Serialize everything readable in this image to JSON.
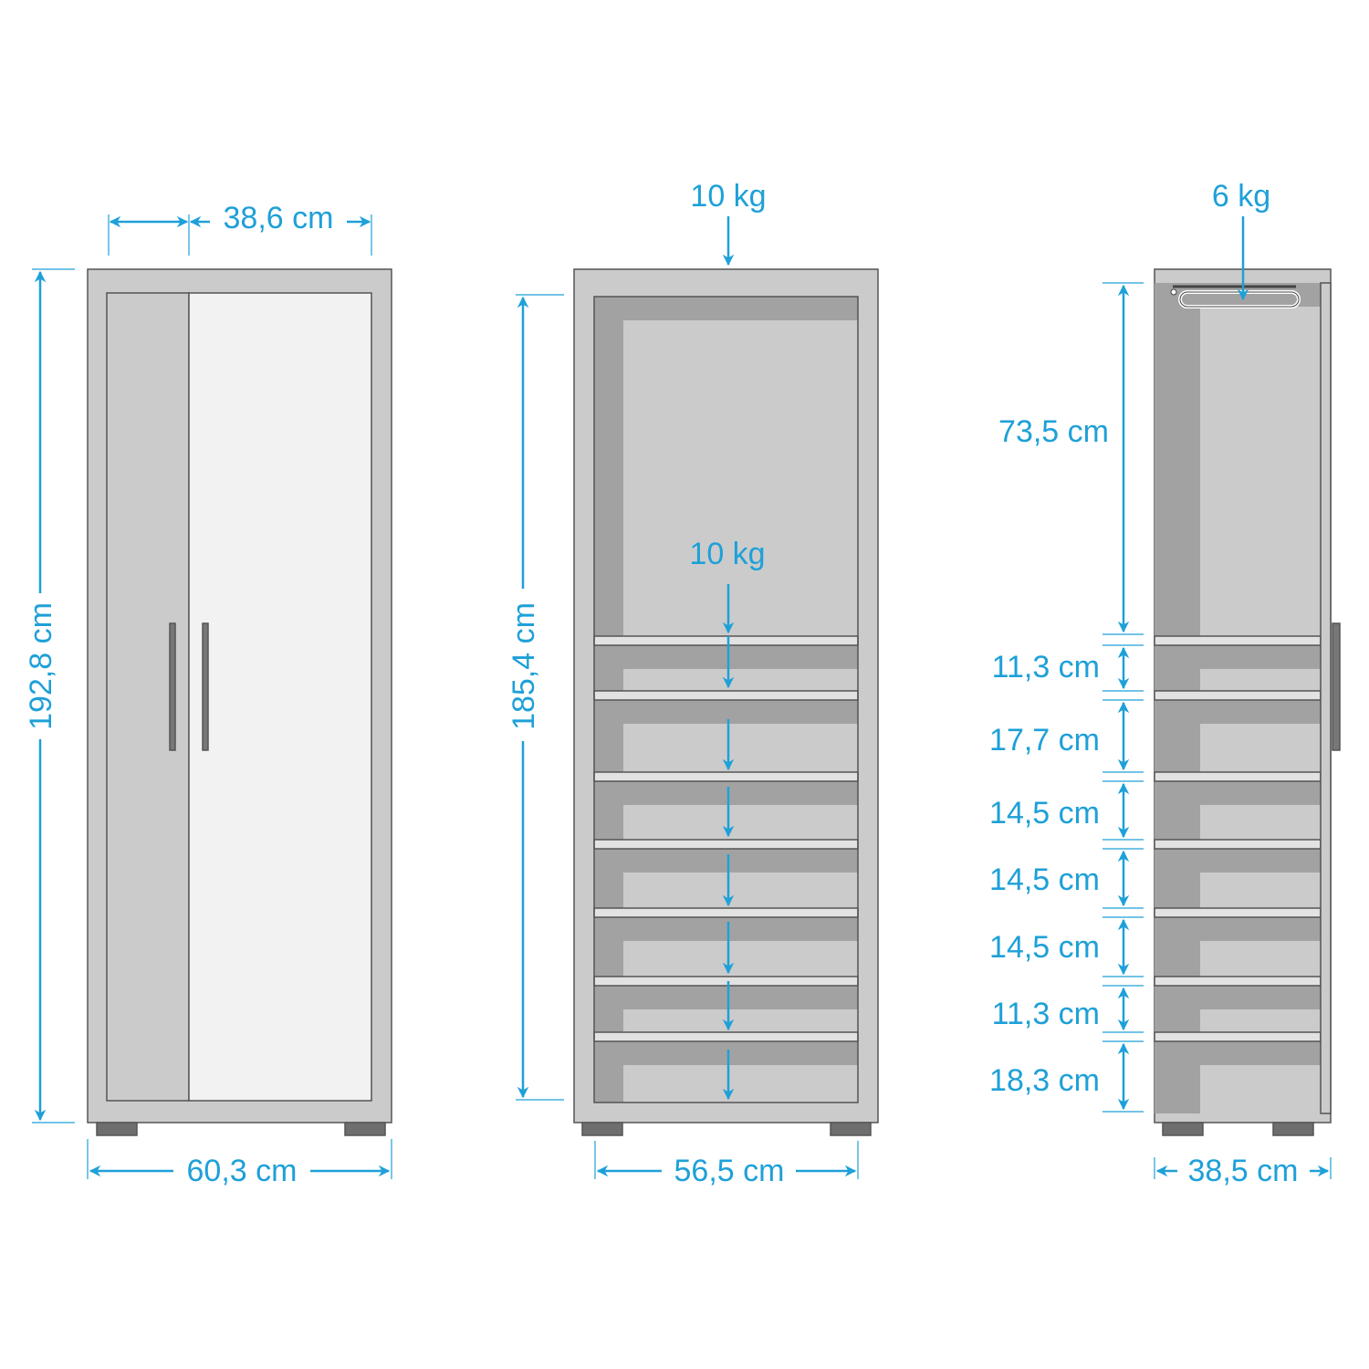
{
  "colors": {
    "accent": "#1ea0d8",
    "frame": "#cbcbcb",
    "shade": "#a2a2a2",
    "door": "#f2f2f2",
    "feet": "#6e6e6e",
    "outline": "#555555"
  },
  "front_view": {
    "top_width": "38,6 cm",
    "height": "192,8 cm",
    "width": "60,3 cm"
  },
  "open_view": {
    "top_load": "10 kg",
    "shelf_load": "10 kg",
    "inner_height": "185,4 cm",
    "inner_width": "56,5 cm"
  },
  "side_view": {
    "rail_load": "6 kg",
    "depth": "38,5 cm",
    "compartments": [
      "73,5  cm",
      "11,3 cm",
      "17,7 cm",
      "14,5 cm",
      "14,5 cm",
      "14,5 cm",
      "11,3 cm",
      "18,3 cm"
    ]
  }
}
